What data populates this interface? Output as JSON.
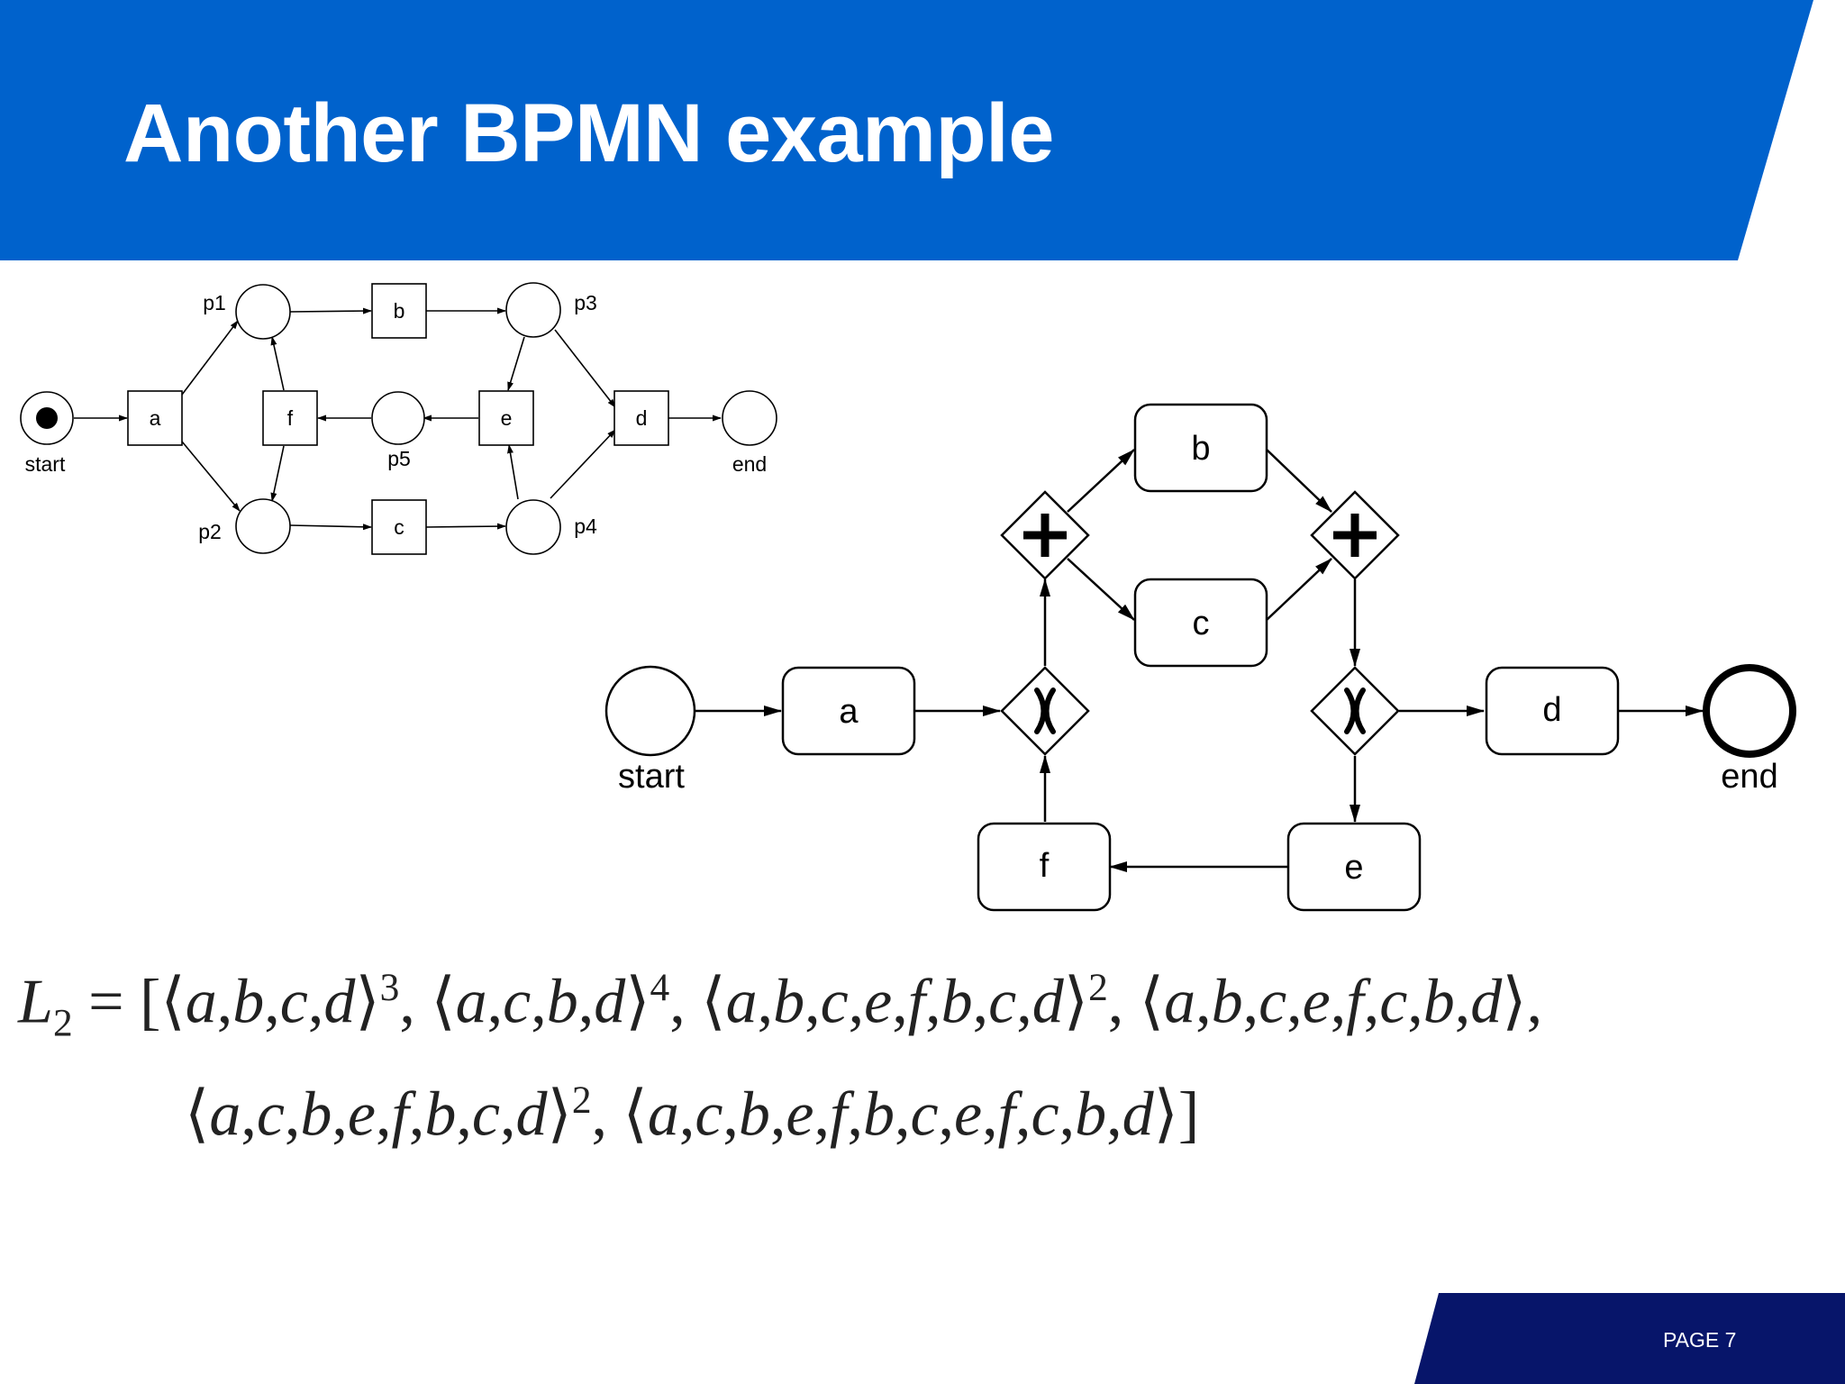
{
  "slide": {
    "title": "Another BPMN example",
    "page_label": "PAGE 7",
    "colors": {
      "header": "#0062cc",
      "footer": "#07156a"
    }
  },
  "petri_net": {
    "places": [
      {
        "id": "start",
        "label": "start",
        "has_token": true
      },
      {
        "id": "p1",
        "label": "p1"
      },
      {
        "id": "p2",
        "label": "p2"
      },
      {
        "id": "p3",
        "label": "p3"
      },
      {
        "id": "p4",
        "label": "p4"
      },
      {
        "id": "p5",
        "label": "p5"
      },
      {
        "id": "end",
        "label": "end"
      }
    ],
    "transitions": [
      "a",
      "b",
      "c",
      "d",
      "e",
      "f"
    ],
    "arcs": [
      [
        "start",
        "a"
      ],
      [
        "a",
        "p1"
      ],
      [
        "a",
        "p2"
      ],
      [
        "p1",
        "b"
      ],
      [
        "p2",
        "c"
      ],
      [
        "b",
        "p3"
      ],
      [
        "c",
        "p4"
      ],
      [
        "p3",
        "d"
      ],
      [
        "p4",
        "d"
      ],
      [
        "p3",
        "e"
      ],
      [
        "p4",
        "e"
      ],
      [
        "e",
        "p5"
      ],
      [
        "p5",
        "f"
      ],
      [
        "f",
        "p1"
      ],
      [
        "f",
        "p2"
      ],
      [
        "d",
        "end"
      ]
    ]
  },
  "bpmn": {
    "start_event": "start",
    "end_event": "end",
    "tasks": [
      "a",
      "b",
      "c",
      "d",
      "e",
      "f"
    ],
    "gateways": [
      {
        "id": "xor-join",
        "type": "exclusive"
      },
      {
        "id": "and-split",
        "type": "parallel"
      },
      {
        "id": "and-join",
        "type": "parallel"
      },
      {
        "id": "xor-split",
        "type": "exclusive"
      }
    ],
    "flows": [
      [
        "start",
        "a"
      ],
      [
        "a",
        "xor-join"
      ],
      [
        "xor-join",
        "and-split"
      ],
      [
        "and-split",
        "b"
      ],
      [
        "and-split",
        "c"
      ],
      [
        "b",
        "and-join"
      ],
      [
        "c",
        "and-join"
      ],
      [
        "and-join",
        "xor-split"
      ],
      [
        "xor-split",
        "d"
      ],
      [
        "d",
        "end"
      ],
      [
        "xor-split",
        "e"
      ],
      [
        "e",
        "f"
      ],
      [
        "f",
        "xor-join"
      ]
    ]
  },
  "event_log": {
    "name": "L",
    "subscript": "2",
    "traces": [
      {
        "activities": [
          "a",
          "b",
          "c",
          "d"
        ],
        "count": 3
      },
      {
        "activities": [
          "a",
          "c",
          "b",
          "d"
        ],
        "count": 4
      },
      {
        "activities": [
          "a",
          "b",
          "c",
          "e",
          "f",
          "b",
          "c",
          "d"
        ],
        "count": 2
      },
      {
        "activities": [
          "a",
          "b",
          "c",
          "e",
          "f",
          "c",
          "b",
          "d"
        ],
        "count": 1
      },
      {
        "activities": [
          "a",
          "c",
          "b",
          "e",
          "f",
          "b",
          "c",
          "d"
        ],
        "count": 2
      },
      {
        "activities": [
          "a",
          "c",
          "b",
          "e",
          "f",
          "b",
          "c",
          "e",
          "f",
          "c",
          "b",
          "d"
        ],
        "count": 1
      }
    ]
  }
}
